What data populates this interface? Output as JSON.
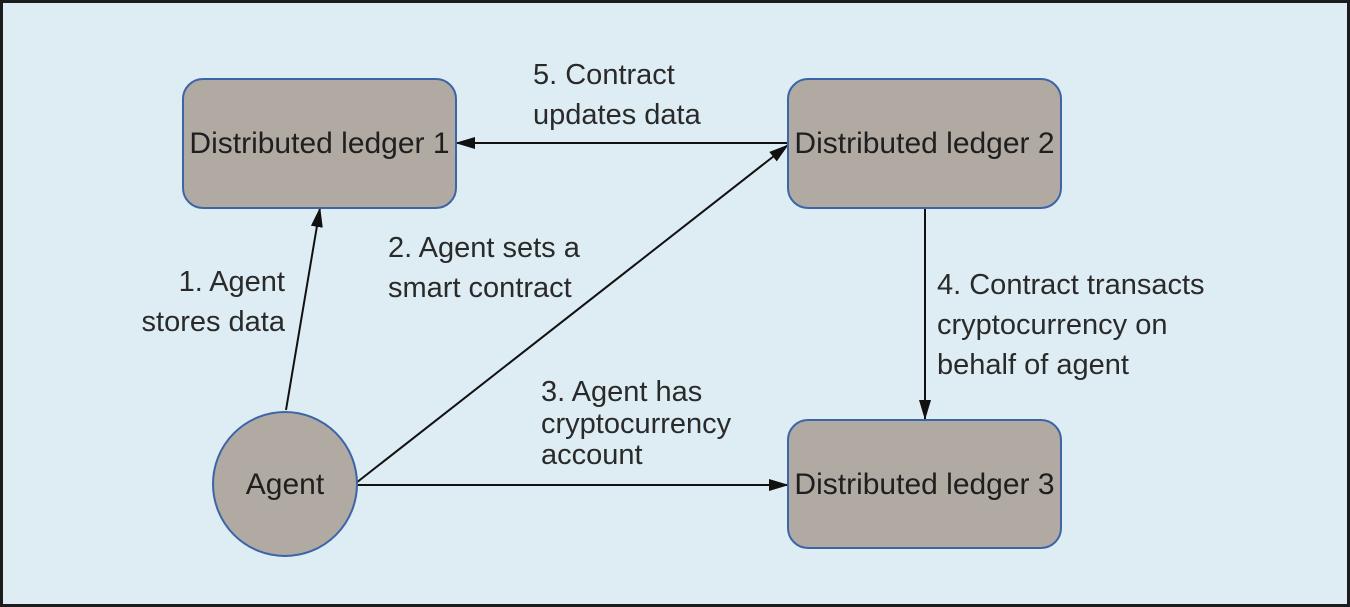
{
  "colors": {
    "background": "#deedf4",
    "border": "#1c1c1c",
    "node_fill": "#b0aaa2",
    "node_stroke": "#3c64a6",
    "arrow": "#111111",
    "text": "#2a2a2a"
  },
  "nodes": {
    "ledger1": "Distributed ledger 1",
    "ledger2": "Distributed ledger 2",
    "ledger3": "Distributed ledger 3",
    "agent": "Agent"
  },
  "edges": {
    "step1": {
      "line1": "1. Agent",
      "line2": "stores data"
    },
    "step2": {
      "line1": "2. Agent sets a",
      "line2": "smart contract"
    },
    "step3": {
      "line1": "3. Agent has",
      "line2": "cryptocurrency",
      "line3": "account"
    },
    "step4": {
      "line1": "4. Contract transacts",
      "line2": "cryptocurrency on",
      "line3": "behalf of agent"
    },
    "step5": {
      "line1": "5. Contract",
      "line2": "updates data"
    }
  }
}
